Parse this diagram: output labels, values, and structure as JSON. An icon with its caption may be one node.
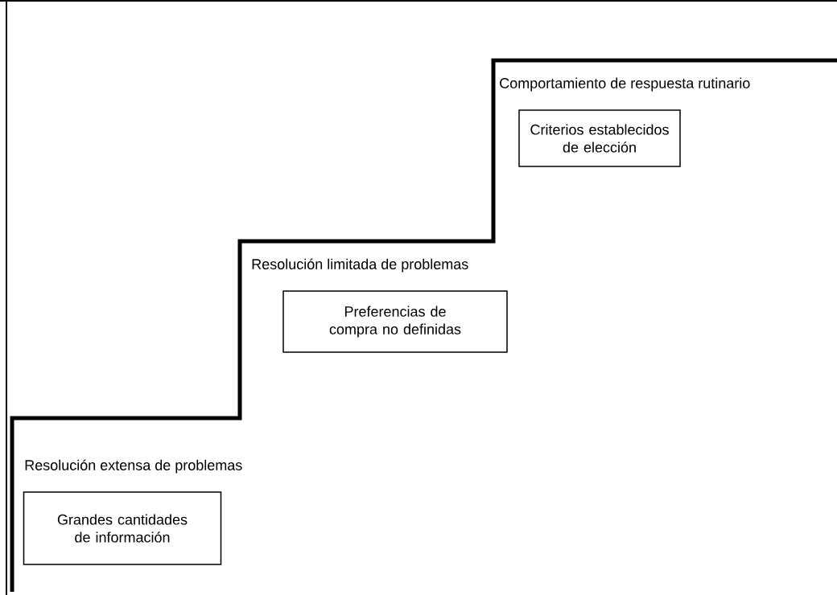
{
  "diagram": {
    "nodes": [
      {
        "text": [
          "Grandes cantidades de información"
        ]
      },
      {
        "text": [
          "Preferencias de compra no definidas"
        ]
      },
      {
        "text": [
          "Criterios establecidos de elección"
        ]
      }
    ],
    "labels": [
      "Comportamiento de respuesta rutinario",
      "Resolución limitada de problemas",
      "Resolución extensa de problemas"
    ]
  }
}
